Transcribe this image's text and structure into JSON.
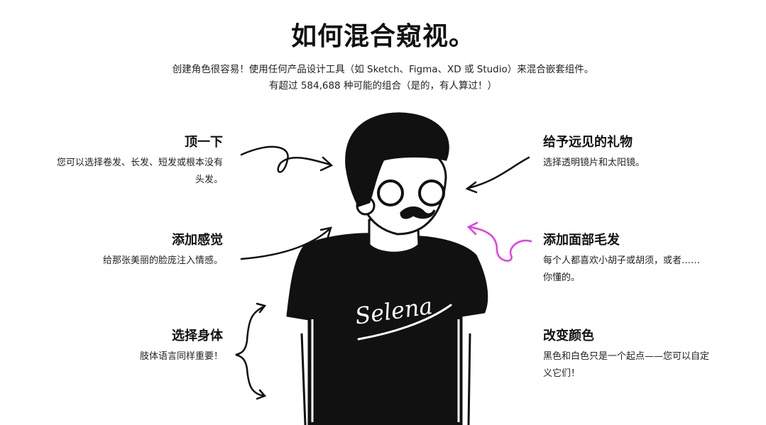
{
  "title": "如何混合窥视。",
  "subtitle": [
    "创建角色很容易！使用任何产品设计工具（如 Sketch、Figma、XD 或 Studio）来混合嵌套组件。",
    "有超过 584,688 种可能的组合（是的，有人算过！）"
  ],
  "features": {
    "top": {
      "heading": "顶一下",
      "desc": "您可以选择卷发、长发、短发或根本没有头发。"
    },
    "feeling": {
      "heading": "添加感觉",
      "desc": "给那张美丽的脸庞注入情感。"
    },
    "body": {
      "heading": "选择身体",
      "desc": "肢体语言同样重要！"
    },
    "vision": {
      "heading": "给予远见的礼物",
      "desc": "选择透明镜片和太阳镜。"
    },
    "facial_hair": {
      "heading": "添加面部毛发",
      "desc": "每个人都喜欢小胡子或胡须，或者……你懂的。"
    },
    "colors": {
      "heading": "改变颜色",
      "desc": "黑色和白色只是一个起点——您可以自定义它们！"
    }
  },
  "illustration": {
    "shirt_text": "Selena"
  },
  "colors": {
    "accent": "#e040e8"
  }
}
